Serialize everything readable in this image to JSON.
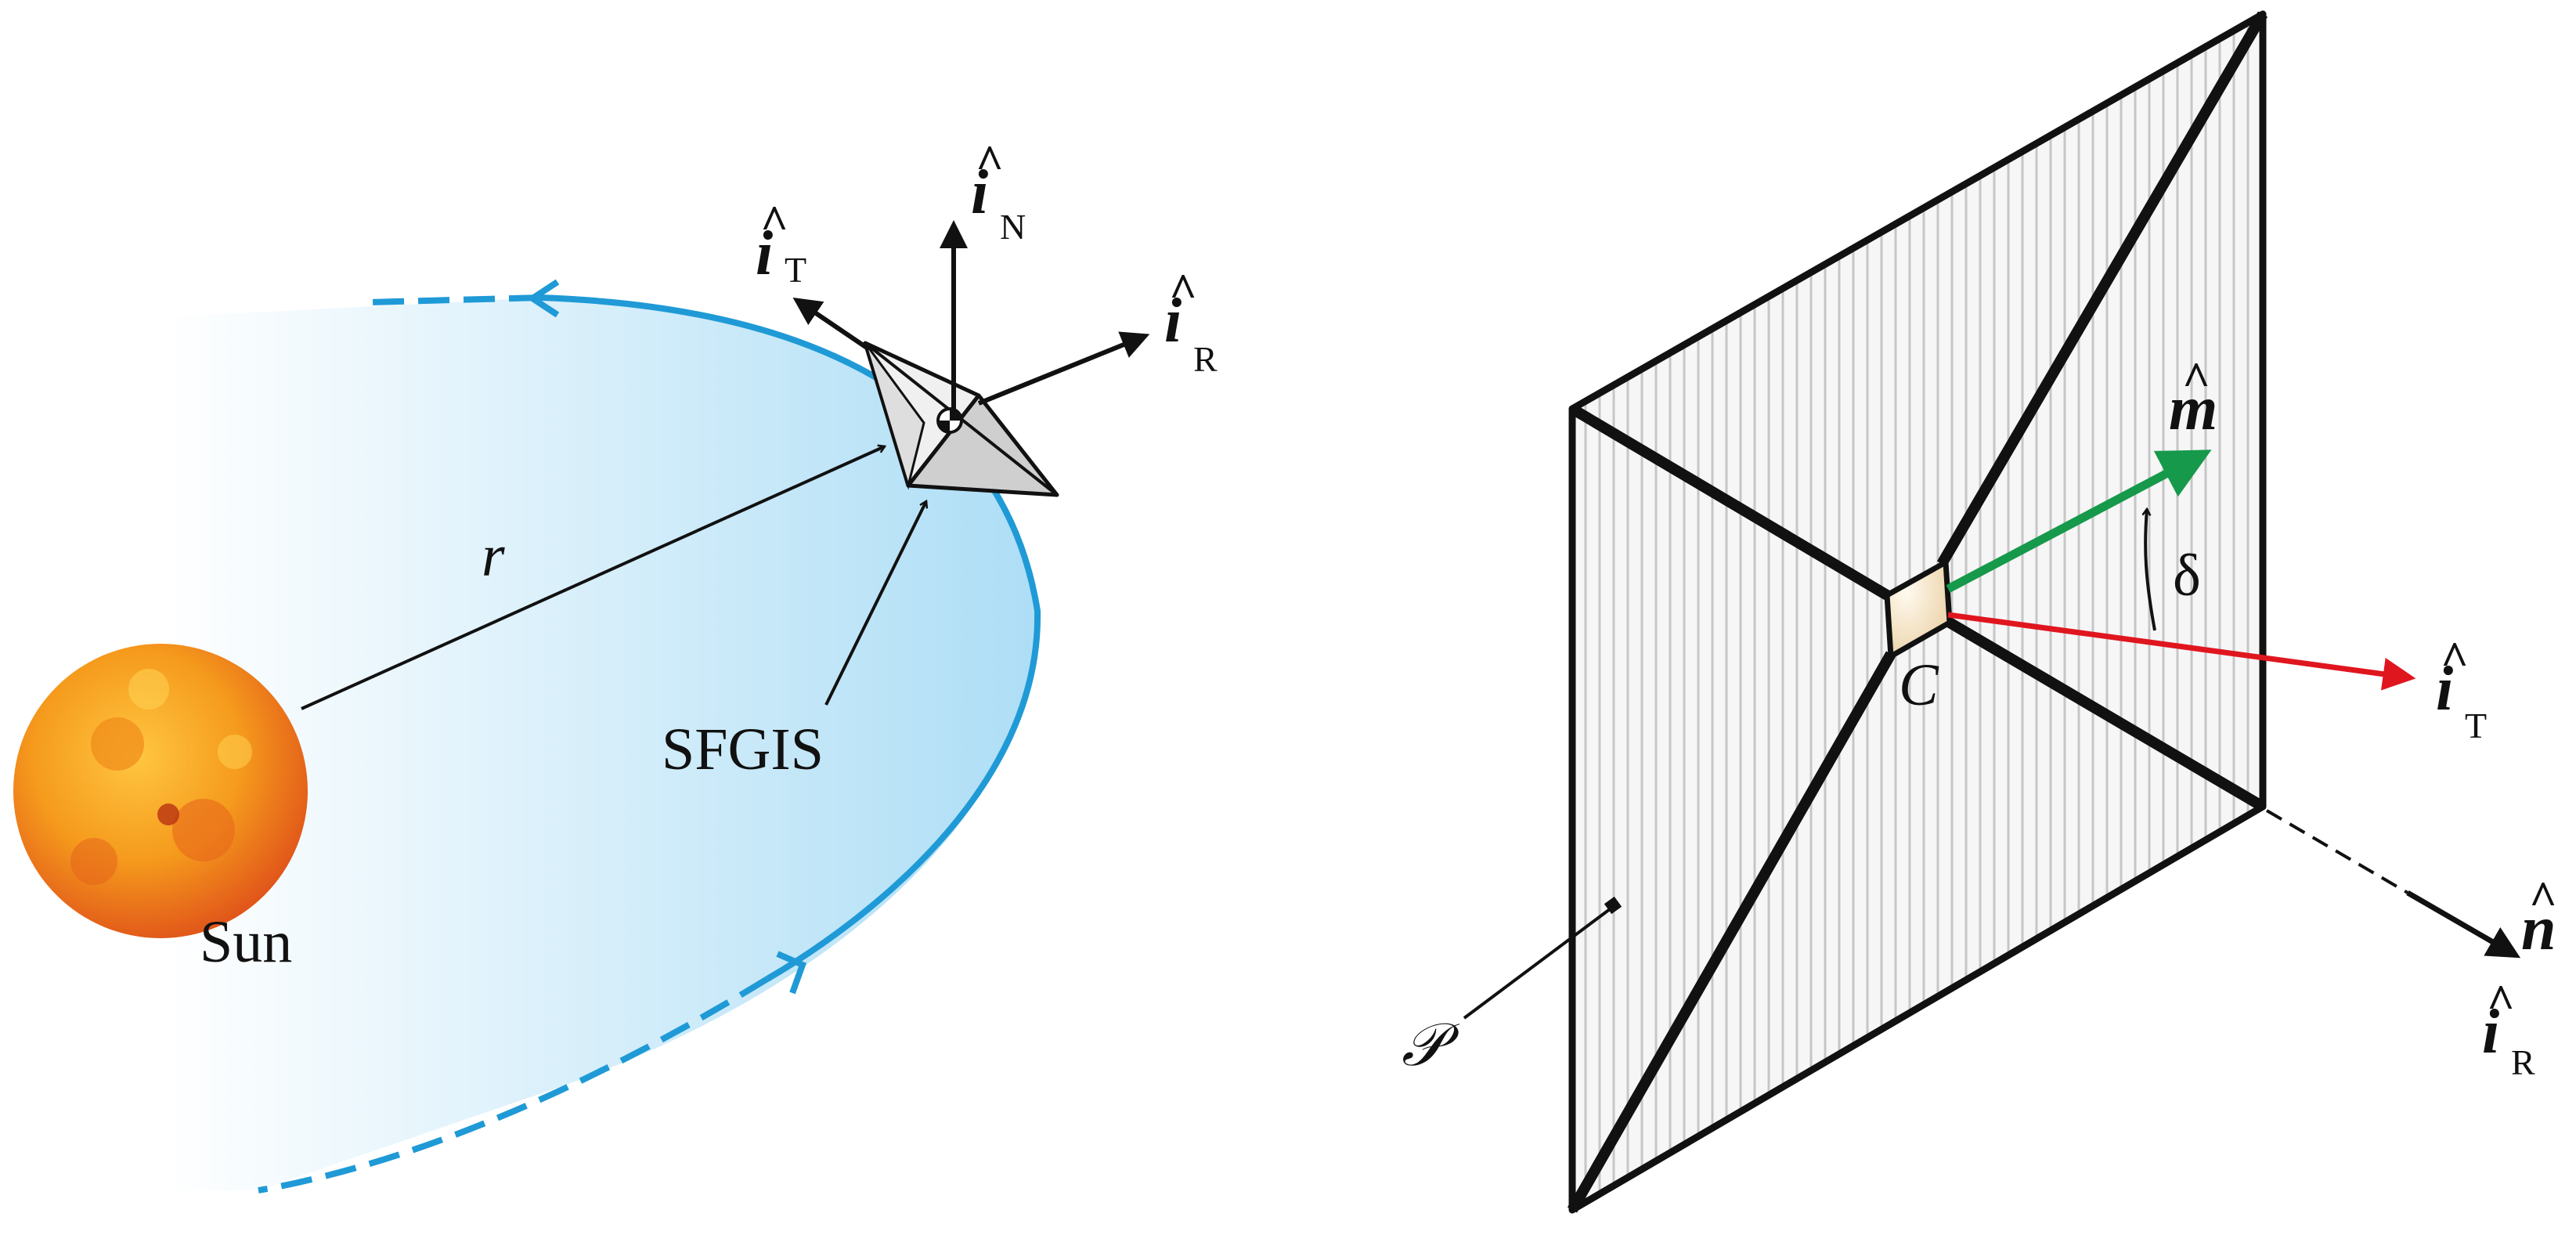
{
  "labels": {
    "sun": "Sun",
    "spacecraft": "SFGIS",
    "radius": "r",
    "center": "C",
    "plane": "𝒫",
    "angle": "δ"
  },
  "vectors": {
    "i_symbol": "i",
    "hat": "^",
    "transverse_sub": "T",
    "normal_sub": "N",
    "radial_sub": "R",
    "m": "m",
    "n": "n"
  },
  "colors": {
    "orbit": "#1f9ad6",
    "orbit_fill": "#a9dcf5",
    "sun_outer": "#e8591a",
    "sun_inner": "#f6a21e",
    "m_vector": "#16994a",
    "it_vector": "#e0161f",
    "hub": "#f1dcb8",
    "sail_hatch": "#c8c8c8"
  }
}
